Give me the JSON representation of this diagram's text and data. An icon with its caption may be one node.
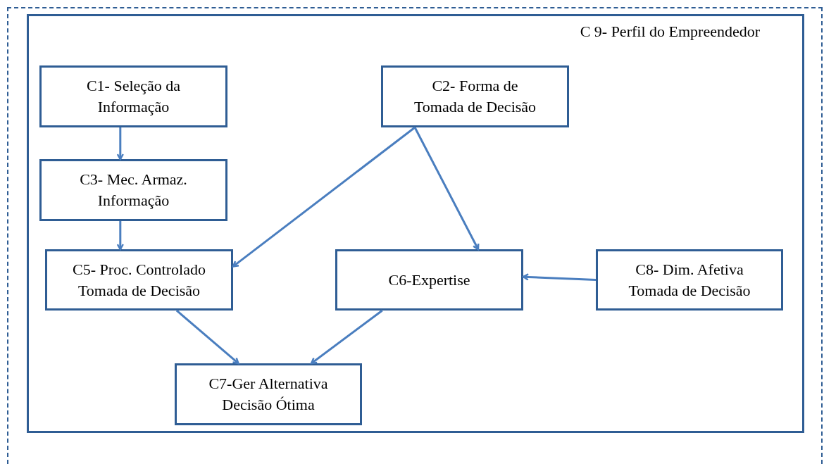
{
  "diagram": {
    "nodes": [
      {
        "text": [
          "C 9- Perfil do Empreendedor"
        ]
      },
      {
        "text": [
          "C1- Seleção da Informação"
        ],
        "in": 0
      },
      {
        "text": [
          "C2- Forma de Tomada de Decisão"
        ],
        "in": 0
      },
      {
        "text": [
          "C3- Mec.  Armaz. Informação"
        ],
        "in": 0
      },
      {
        "text": [
          "C5- Proc. Controlado Tomada de Decisão"
        ],
        "in": 0
      },
      {
        "text": [
          "C6-Expertise"
        ],
        "in": 0
      },
      {
        "text": [
          "C8- Dim. Afetiva Tomada de Decisão"
        ],
        "in": 0
      },
      {
        "text": [
          "C7-Ger Alternativa Decisão Ótima"
        ],
        "in": 0
      }
    ],
    "edges": [
      {
        "from": 1,
        "to": 3,
        "arrow": "to"
      },
      {
        "from": 3,
        "to": 4,
        "arrow": "to"
      },
      {
        "from": 2,
        "to": 4,
        "arrow": "to"
      },
      {
        "from": 2,
        "to": 5,
        "arrow": "to"
      },
      {
        "from": 6,
        "to": 5,
        "arrow": "to"
      },
      {
        "from": 4,
        "to": 7,
        "arrow": "to"
      },
      {
        "from": 5,
        "to": 7,
        "arrow": "to"
      }
    ]
  }
}
